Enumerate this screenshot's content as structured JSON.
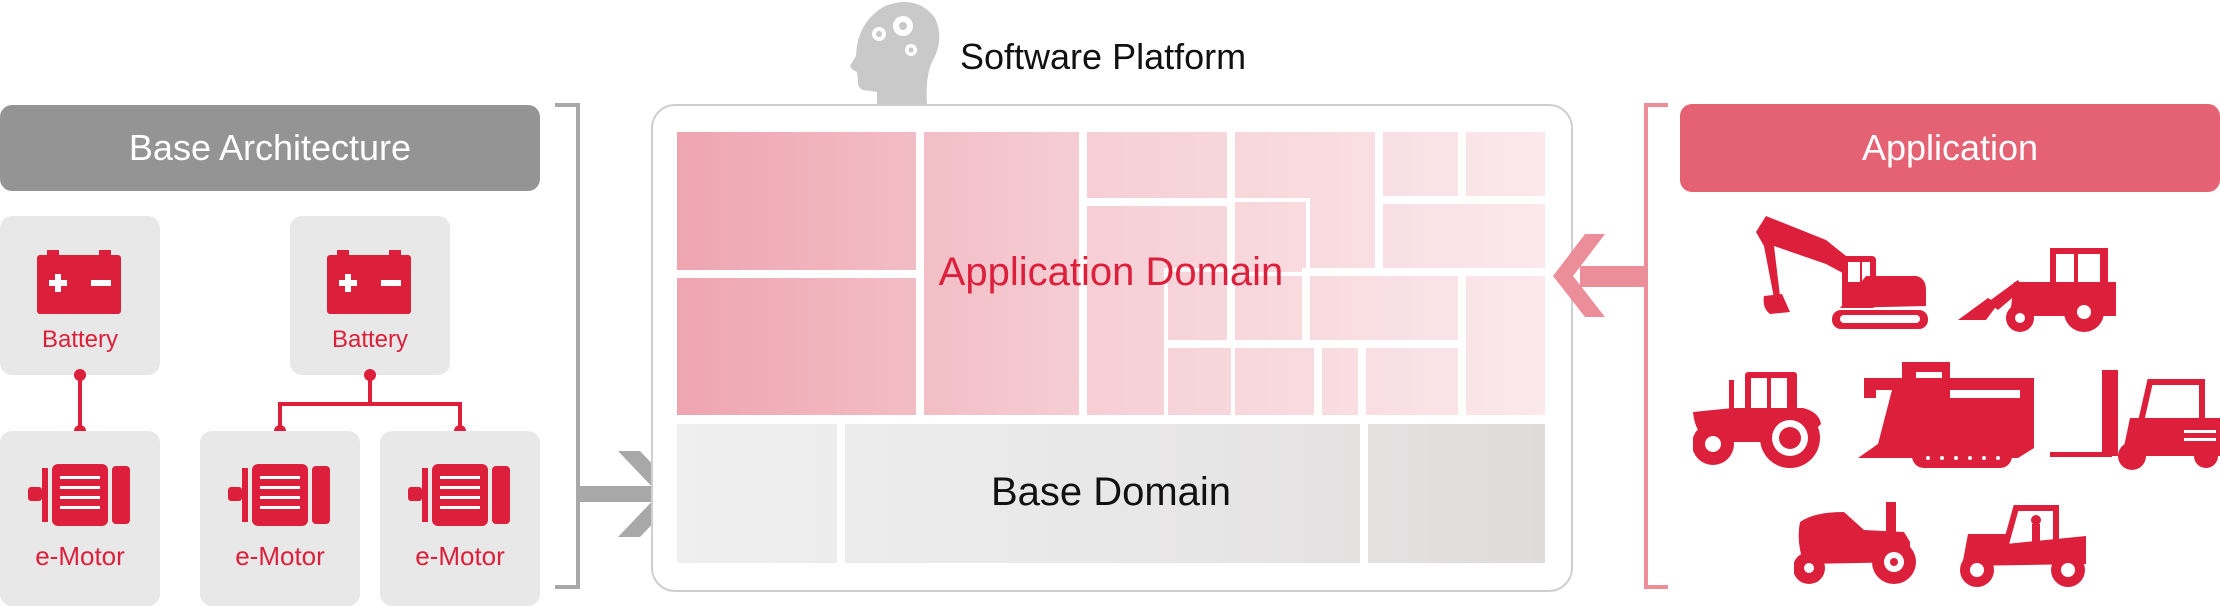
{
  "colors": {
    "brand_red": "#dc1f3a",
    "header_gray": "#949494",
    "header_pink": "#e56274",
    "arrow_pink": "#eb8e99",
    "arrow_gray": "#a8a8a8"
  },
  "base_architecture": {
    "title": "Base Architecture",
    "batteries": [
      {
        "label": "Battery",
        "icon": "battery-icon"
      },
      {
        "label": "Battery",
        "icon": "battery-icon"
      }
    ],
    "motors": [
      {
        "label": "e-Motor",
        "icon": "motor-icon"
      },
      {
        "label": "e-Motor",
        "icon": "motor-icon"
      },
      {
        "label": "e-Motor",
        "icon": "motor-icon"
      }
    ]
  },
  "software_platform": {
    "title": "Software Platform",
    "icon": "brain-gears-head-icon",
    "application_domain": "Application Domain",
    "base_domain": "Base Domain"
  },
  "application": {
    "title": "Application",
    "vehicles": [
      "excavator-icon",
      "wheel-loader-icon",
      "tractor-icon",
      "combine-harvester-icon",
      "forklift-icon",
      "lawn-tractor-icon",
      "utility-vehicle-icon"
    ]
  }
}
